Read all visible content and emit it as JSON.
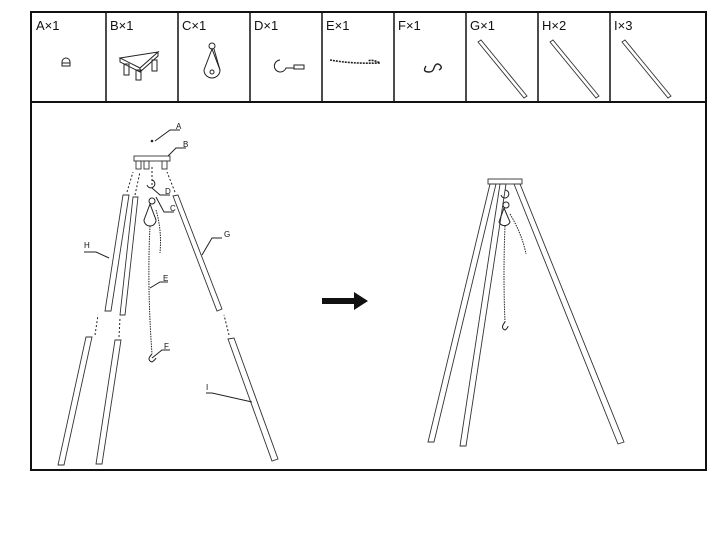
{
  "parts": [
    {
      "id": "A",
      "label": "A×1"
    },
    {
      "id": "B",
      "label": "B×1"
    },
    {
      "id": "C",
      "label": "C×1"
    },
    {
      "id": "D",
      "label": "D×1"
    },
    {
      "id": "E",
      "label": "E×1"
    },
    {
      "id": "F",
      "label": "F×1"
    },
    {
      "id": "G",
      "label": "G×1"
    },
    {
      "id": "H",
      "label": "H×2"
    },
    {
      "id": "I",
      "label": "I×3"
    }
  ],
  "callouts": {
    "A": "A",
    "B": "B",
    "C": "C",
    "D": "D",
    "E": "E",
    "F": "F",
    "G": "G",
    "H": "H",
    "I": "I"
  },
  "arrow_icon": "right-arrow-icon"
}
